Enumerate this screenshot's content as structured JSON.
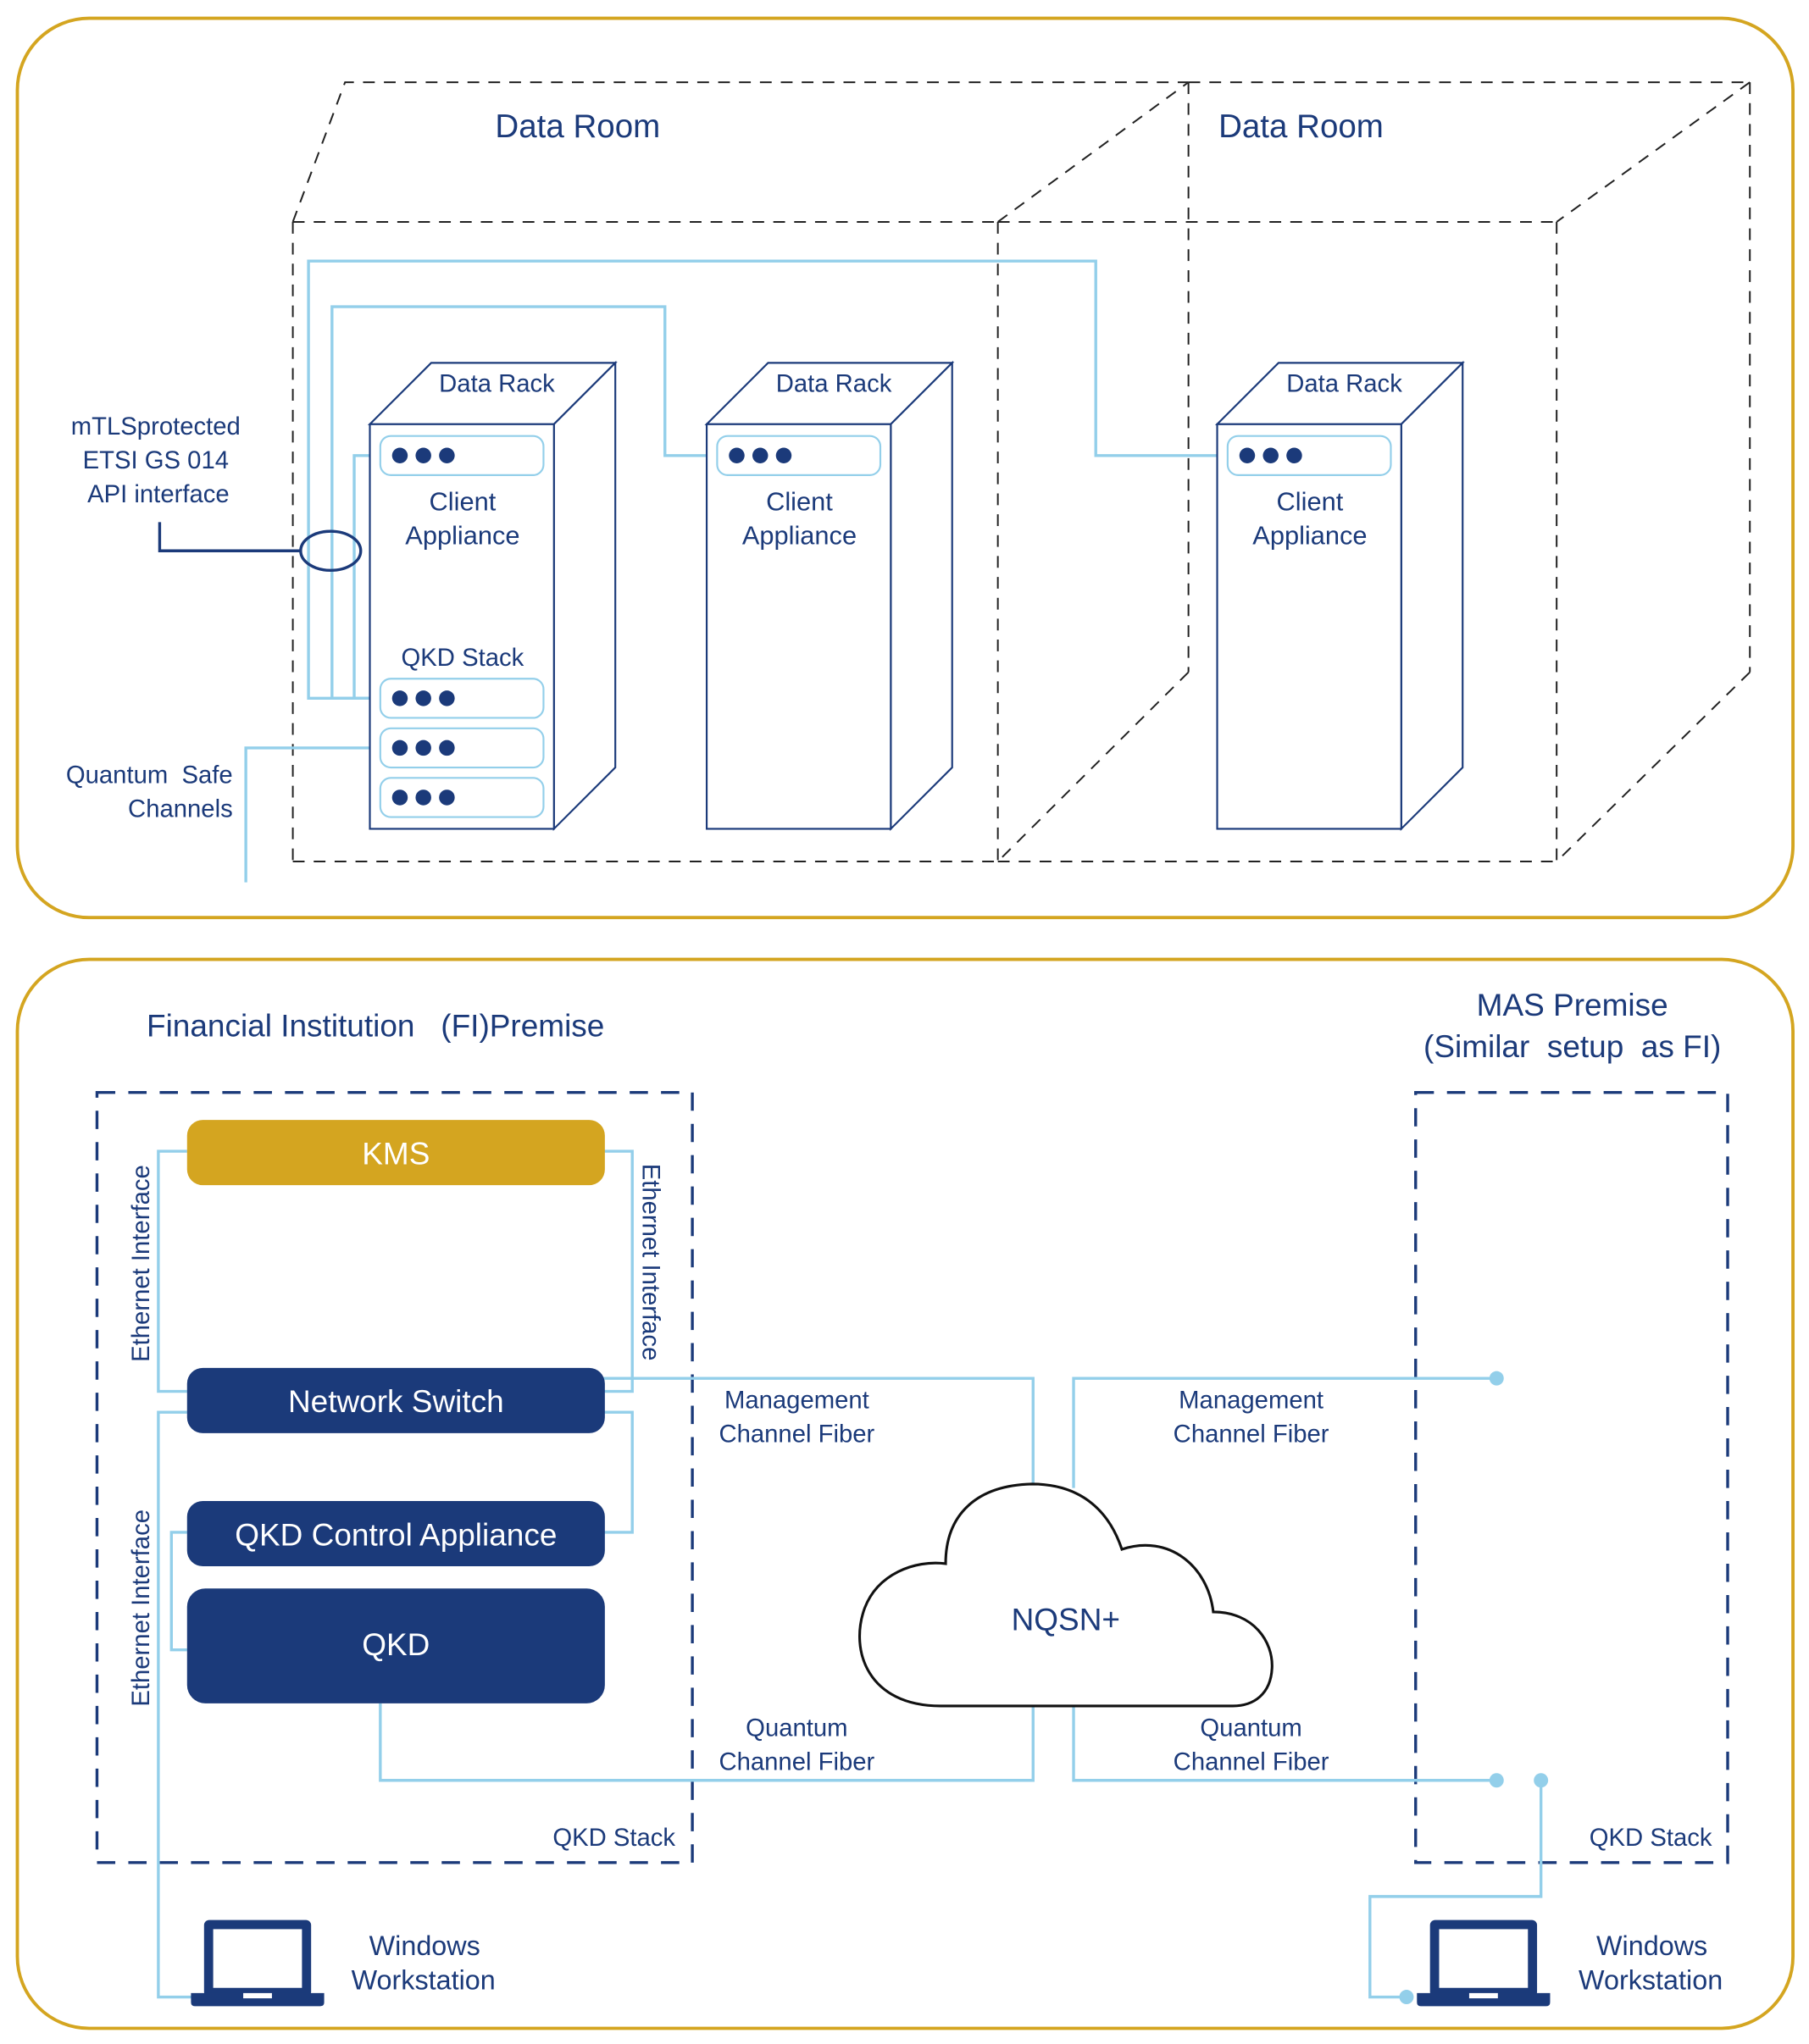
{
  "colors": {
    "panel_border": "#d4a520",
    "navy": "#1b3a7a",
    "link_blue": "#93cfea",
    "kms_gold": "#d4a520"
  },
  "top_panel": {
    "rooms": [
      {
        "label": "Data Room"
      },
      {
        "label": "Data Room"
      }
    ],
    "racks": [
      {
        "title": "Data Rack",
        "appliance": [
          "Client",
          "Appliance"
        ],
        "stack_label": "QKD Stack"
      },
      {
        "title": "Data Rack",
        "appliance": [
          "Client",
          "Appliance"
        ]
      },
      {
        "title": "Data Rack",
        "appliance": [
          "Client",
          "Appliance"
        ]
      }
    ],
    "api_label": [
      "mTLSprotected",
      "ETSI GS 014",
      "API interface"
    ],
    "channels_label": [
      "Quantum  Safe",
      "Channels"
    ],
    "slot_icon": "three-dots-icon"
  },
  "bottom_panel": {
    "fi_title": "Financial Institution   (FI)Premise",
    "mas_title": [
      "MAS Premise",
      "(Similar  setup  as FI)"
    ],
    "kms": "KMS",
    "network_switch": "Network Switch",
    "qkd_control": "QKD Control Appliance",
    "qkd": "QKD",
    "ethernet_left_top": "Ethernet Interface",
    "ethernet_right": "Ethernet Interface",
    "ethernet_left_bottom": "Ethernet Interface",
    "fi_stack_label": "QKD Stack",
    "mas_stack_label": "QKD Stack",
    "cloud_label": "NQSN+",
    "mgmt_left": [
      "Management",
      "Channel Fiber"
    ],
    "mgmt_right": [
      "Management",
      "Channel Fiber"
    ],
    "quantum_left": [
      "Quantum",
      "Channel Fiber"
    ],
    "quantum_right": [
      "Quantum",
      "Channel Fiber"
    ],
    "workstation_left": [
      "Windows",
      "Workstation"
    ],
    "workstation_right": [
      "Windows",
      "Workstation"
    ],
    "workstation_icon": "laptop-icon"
  }
}
